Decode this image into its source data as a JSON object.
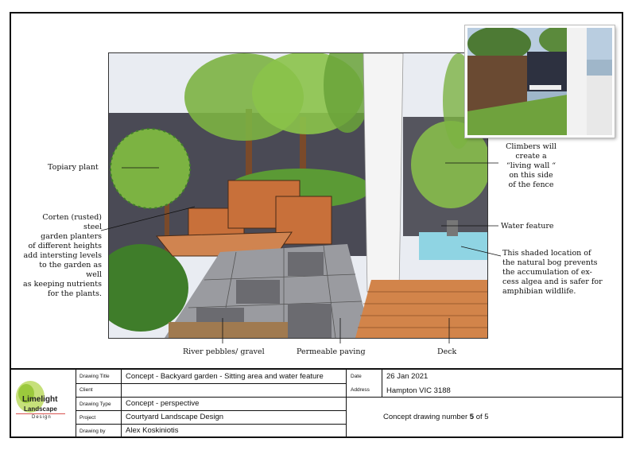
{
  "labels": {
    "topiary": "Topiary plant",
    "corten": [
      "Corten (rusted) steel",
      "garden planters",
      "of different heights",
      "add intersting levels",
      "to the garden as well",
      "as keeping  nutrients",
      "for the plants."
    ],
    "climbers": [
      "Climbers will",
      "create a",
      "“living wall “",
      "on this side",
      "of the fence"
    ],
    "water": "Water feature",
    "bog": [
      "This shaded location of",
      "the natural bog prevents",
      "the accumulation of ex-",
      "cess algea and is safer for",
      "amphibian wildlife."
    ],
    "pebbles": "River pebbles/ gravel",
    "paving": "Permeable paving",
    "deck": "Deck"
  },
  "titleblock": {
    "logo": {
      "line1": "Limelight",
      "line2": "Landscape",
      "line3": "Design"
    },
    "drawing_title_label": "Drawing Title",
    "drawing_title": "Concept - Backyard garden - Sitting area and water feature",
    "client_label": "Client",
    "client": "",
    "drawing_type_label": "Drawing Type",
    "drawing_type": "Concept - perspective",
    "project_label": "Project",
    "project": "Courtyard Landscape Design",
    "drawn_by_label": "Drawing by",
    "drawn_by": "Alex Koskiniotis",
    "date_label": "Date",
    "date": "26 Jan 2021",
    "address_label": "Address",
    "address": "Hampton  VIC 3188",
    "sheet_prefix": "Concept drawing number ",
    "sheet_number": "5",
    "sheet_suffix": " of 5"
  },
  "colors": {
    "foliage": "#7cb342",
    "foliage_dark": "#3f7d2a",
    "fence": "#4a4a55",
    "corten": "#c8703a",
    "deck": "#d2844a",
    "paving_dark": "#6b6b70",
    "paving_light": "#b5b6b9",
    "water": "#8fd4e3"
  }
}
